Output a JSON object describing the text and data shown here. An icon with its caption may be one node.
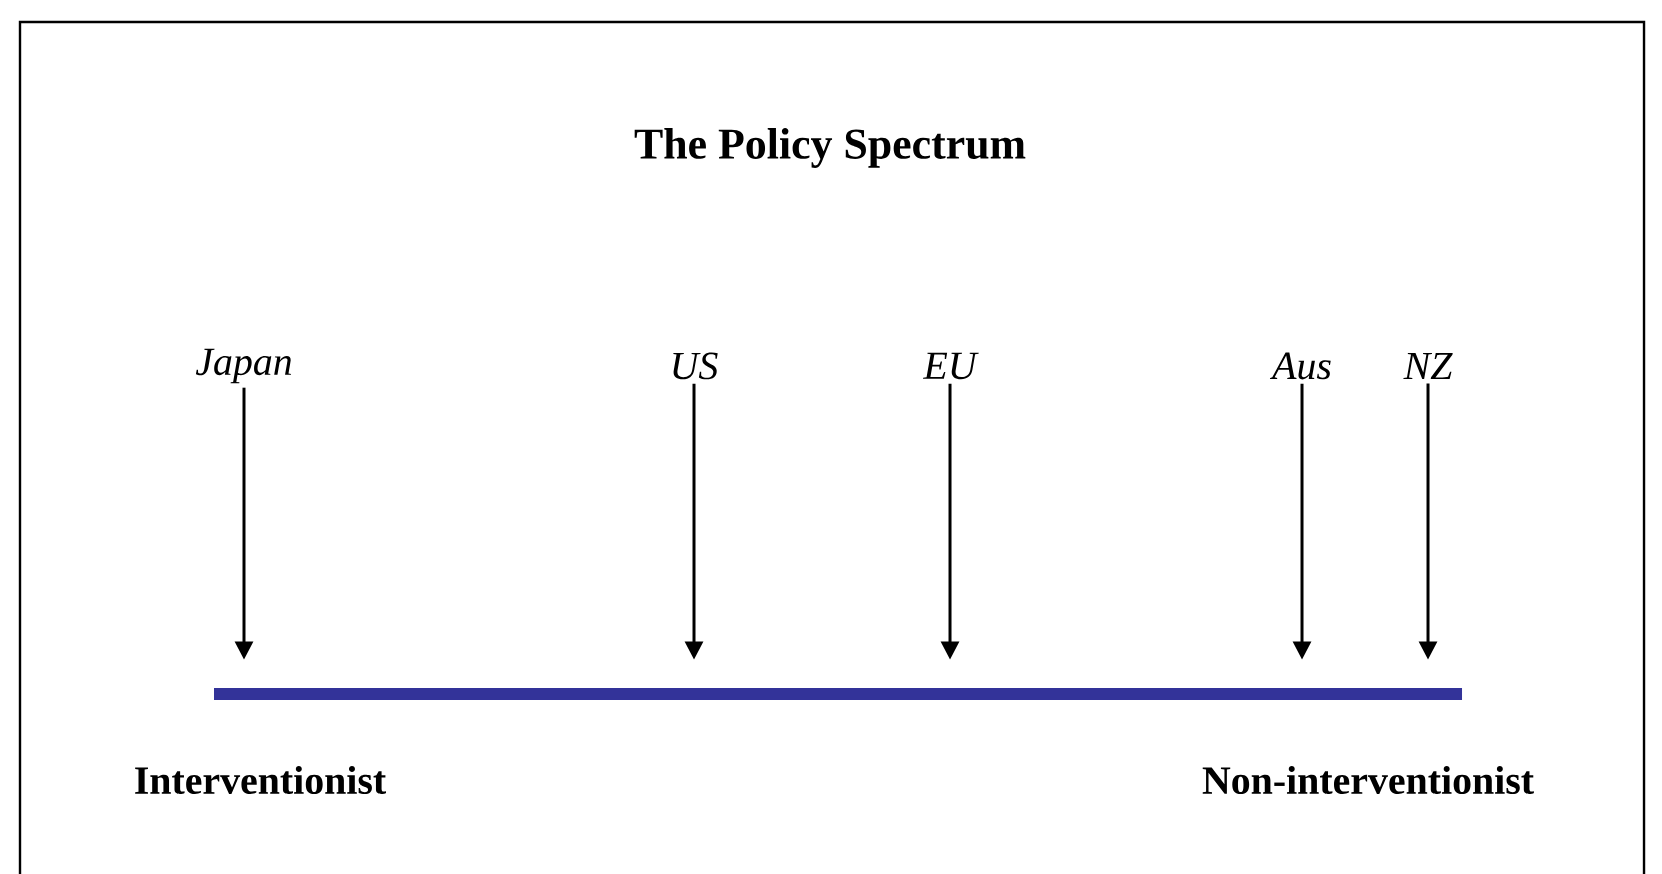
{
  "diagram": {
    "title": "The Policy Spectrum",
    "nodes": [
      {
        "text": [
          "Japan"
        ]
      },
      {
        "text": [
          "US"
        ]
      },
      {
        "text": [
          "EU"
        ]
      },
      {
        "text": [
          "Aus"
        ]
      },
      {
        "text": [
          "NZ"
        ]
      },
      {
        "text": [],
        "shape": "bar"
      }
    ],
    "edges": [
      {
        "from": 0,
        "to": 5,
        "arrow": "to"
      },
      {
        "from": 1,
        "to": 5,
        "arrow": "to"
      },
      {
        "from": 2,
        "to": 5,
        "arrow": "to"
      },
      {
        "from": 3,
        "to": 5,
        "arrow": "to"
      },
      {
        "from": 4,
        "to": 5,
        "arrow": "to"
      }
    ],
    "labels": [
      "Interventionist",
      "Non-interventionist"
    ]
  }
}
